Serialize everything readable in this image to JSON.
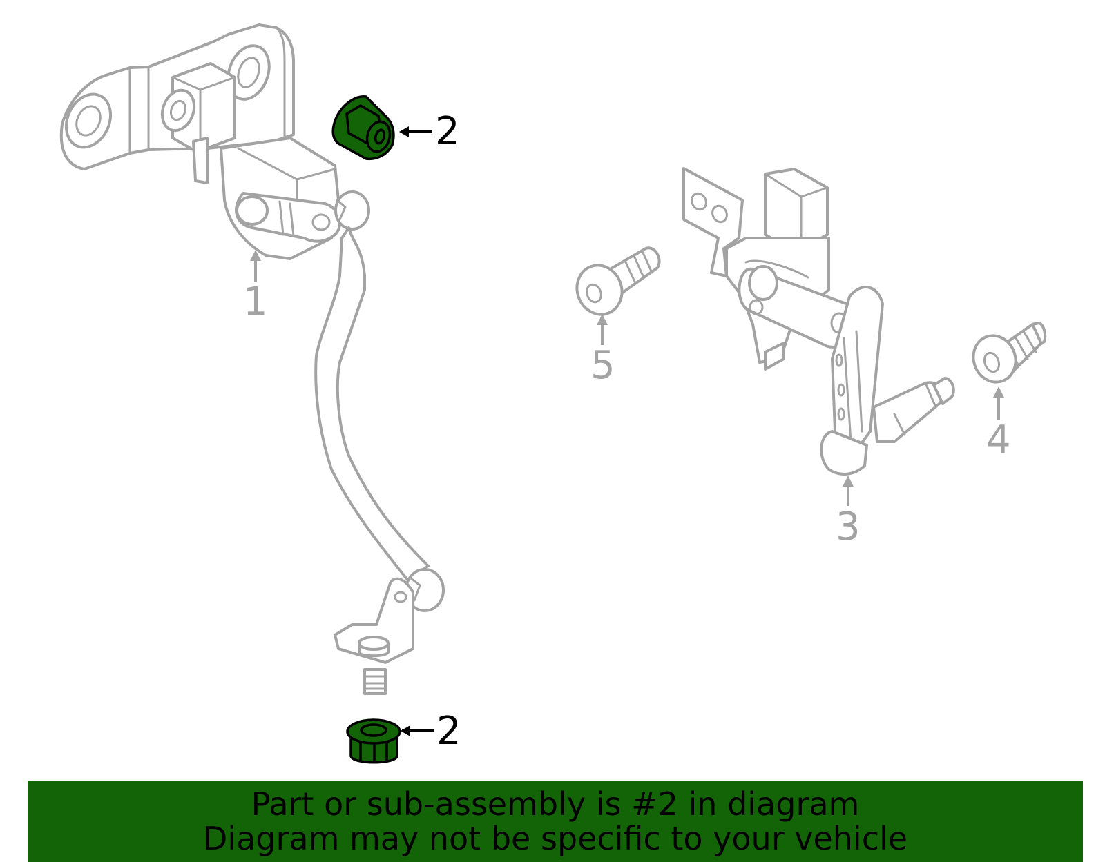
{
  "colors": {
    "highlight": "#136307",
    "outline": "#a3a3a3",
    "banner_background": "#136307",
    "banner_text": "#000000"
  },
  "callouts": {
    "part1": "1",
    "part2_top": "2",
    "part2_bottom": "2",
    "part3": "3",
    "part4": "4",
    "part5": "5"
  },
  "banner": {
    "line1": "Part or sub-assembly is #2 in diagram",
    "line2": "Diagram may not be specific to your vehicle"
  }
}
